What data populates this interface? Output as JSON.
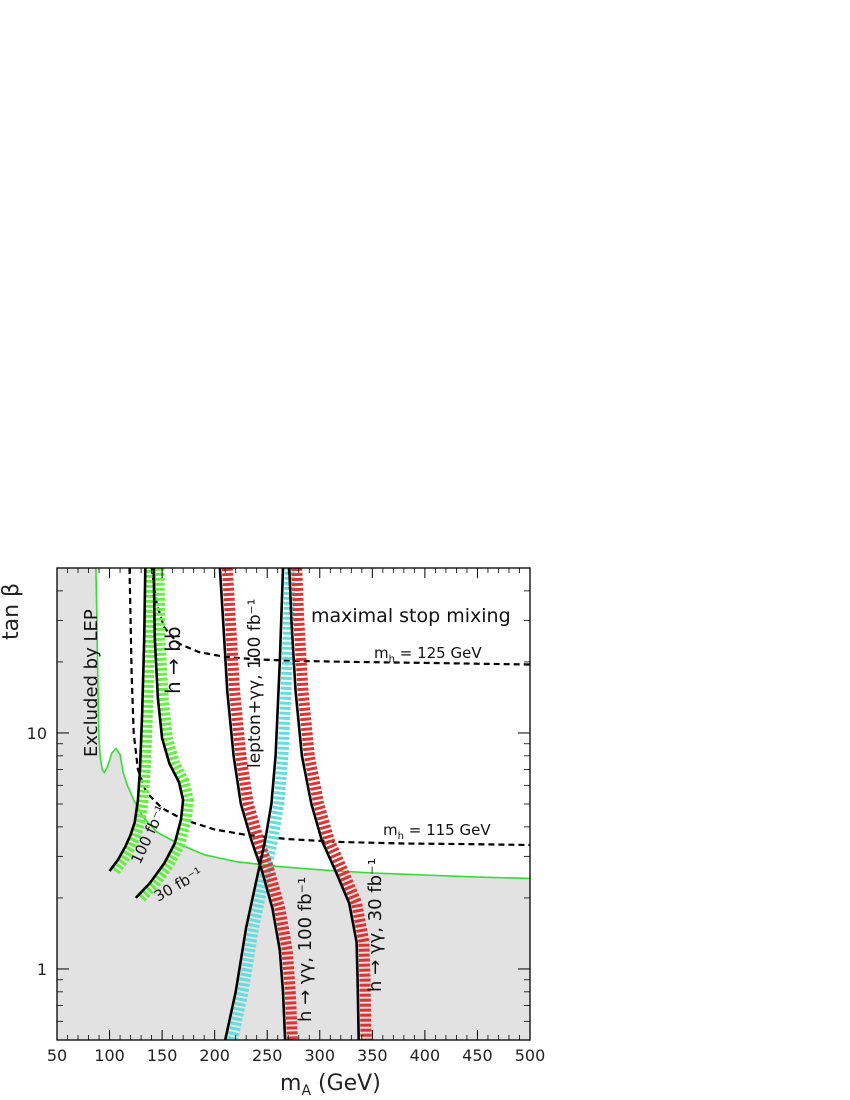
{
  "chart_data": {
    "type": "line",
    "title": "",
    "xlabel": "m_A (GeV)",
    "ylabel": "tan β",
    "xlabel_parts": {
      "main": "m",
      "sub": "A",
      "rest": " (GeV)"
    },
    "ylabel_text": "tan β",
    "xlim": [
      50,
      500
    ],
    "ylim": [
      0.5,
      50
    ],
    "yscale": "log",
    "grid": false,
    "x_ticks": [
      50,
      100,
      150,
      200,
      250,
      300,
      350,
      400,
      450,
      500
    ],
    "y_ticks": [
      1,
      10
    ],
    "colors": {
      "excluded_fill": "#e2e2e2",
      "lep_boundary": "#33dd33",
      "hbb_band": "#66ee44",
      "lepton_band": "#66dddd",
      "gamma_band": "#dd3333",
      "contour": "#000000"
    },
    "excluded_region": {
      "label": "Excluded by LEP",
      "boundary": [
        [
          87,
          50
        ],
        [
          88,
          30
        ],
        [
          89,
          15
        ],
        [
          90,
          9.5
        ],
        [
          91,
          8
        ],
        [
          93,
          7.0
        ],
        [
          95,
          6.8
        ],
        [
          98,
          7.2
        ],
        [
          102,
          8.2
        ],
        [
          106,
          8.6
        ],
        [
          110,
          8.1
        ],
        [
          113,
          6.8
        ],
        [
          117,
          6.0
        ],
        [
          123,
          5.2
        ],
        [
          132,
          4.4
        ],
        [
          145,
          3.8
        ],
        [
          165,
          3.4
        ],
        [
          190,
          3.05
        ],
        [
          220,
          2.85
        ],
        [
          260,
          2.72
        ],
        [
          300,
          2.63
        ],
        [
          350,
          2.55
        ],
        [
          400,
          2.5
        ],
        [
          450,
          2.45
        ],
        [
          500,
          2.42
        ]
      ]
    },
    "mh_contours": [
      {
        "label_main": "m",
        "label_sub": "h",
        "label_rest": " = 125 GeV",
        "points": [
          [
            140,
            50
          ],
          [
            145,
            35
          ],
          [
            152,
            28
          ],
          [
            165,
            24
          ],
          [
            185,
            22
          ],
          [
            210,
            21
          ],
          [
            240,
            20.5
          ],
          [
            280,
            20.2
          ],
          [
            330,
            20
          ],
          [
            400,
            19.8
          ],
          [
            500,
            19.5
          ]
        ]
      },
      {
        "label_main": "m",
        "label_sub": "h",
        "label_rest": " = 115 GeV",
        "points": [
          [
            119,
            50
          ],
          [
            120,
            30
          ],
          [
            121,
            18
          ],
          [
            123,
            10
          ],
          [
            127,
            7
          ],
          [
            135,
            5.6
          ],
          [
            150,
            4.8
          ],
          [
            170,
            4.3
          ],
          [
            200,
            3.9
          ],
          [
            230,
            3.7
          ],
          [
            270,
            3.55
          ],
          [
            320,
            3.45
          ],
          [
            380,
            3.4
          ],
          [
            440,
            3.38
          ],
          [
            500,
            3.35
          ]
        ]
      }
    ],
    "hbb_contours": [
      {
        "label": "100 fb⁻¹",
        "points": [
          [
            100,
            2.6
          ],
          [
            108,
            2.9
          ],
          [
            115,
            3.3
          ],
          [
            120,
            3.7
          ],
          [
            124,
            4.2
          ],
          [
            127,
            5.2
          ],
          [
            129,
            7
          ],
          [
            131,
            12
          ],
          [
            133,
            25
          ],
          [
            134,
            50
          ]
        ]
      },
      {
        "label": "30 fb⁻¹",
        "points": [
          [
            125,
            2.0
          ],
          [
            138,
            2.3
          ],
          [
            152,
            2.8
          ],
          [
            162,
            3.4
          ],
          [
            168,
            4.3
          ],
          [
            170,
            5.2
          ],
          [
            166,
            6.2
          ],
          [
            157,
            7.4
          ],
          [
            150,
            9.5
          ],
          [
            146,
            14
          ],
          [
            143,
            25
          ],
          [
            142,
            50
          ]
        ]
      }
    ],
    "hbb_label": "h → bb",
    "lepton_contour": {
      "label": "lepton+γγ, 100 fb⁻¹",
      "points": [
        [
          210,
          0.5
        ],
        [
          220,
          0.8
        ],
        [
          230,
          1.5
        ],
        [
          240,
          2.4
        ],
        [
          248,
          3.5
        ],
        [
          254,
          5
        ],
        [
          258,
          8
        ],
        [
          262,
          20
        ],
        [
          265,
          50
        ]
      ]
    },
    "gamma_contours": [
      {
        "label": "h → γγ, 100 fb⁻¹",
        "points": [
          [
            205,
            50
          ],
          [
            208,
            30
          ],
          [
            212,
            15
          ],
          [
            218,
            8
          ],
          [
            225,
            5
          ],
          [
            235,
            3.5
          ],
          [
            245,
            2.6
          ],
          [
            255,
            1.8
          ],
          [
            262,
            1.2
          ],
          [
            265,
            0.8
          ],
          [
            267,
            0.5
          ]
        ]
      },
      {
        "label": "h → γγ, 30 fb⁻¹",
        "points": [
          [
            271,
            50
          ],
          [
            273,
            30
          ],
          [
            277,
            15
          ],
          [
            283,
            8
          ],
          [
            292,
            5
          ],
          [
            302,
            3.5
          ],
          [
            315,
            2.6
          ],
          [
            328,
            1.9
          ],
          [
            335,
            1.3
          ],
          [
            336,
            0.9
          ],
          [
            337,
            0.5
          ]
        ]
      }
    ],
    "annotation_top_right": "maximal stop mixing"
  }
}
